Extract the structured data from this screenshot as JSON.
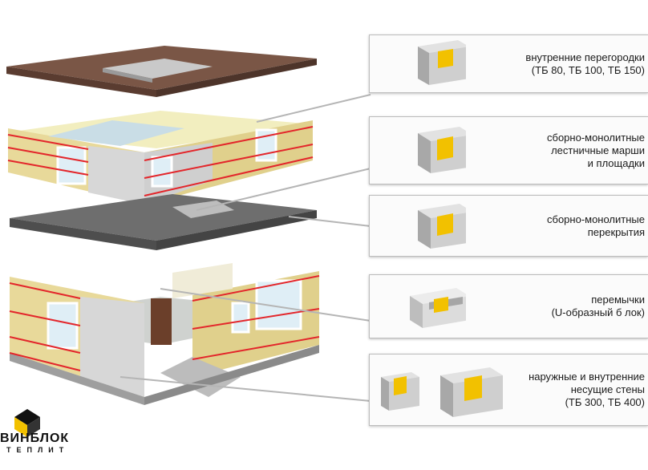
{
  "callouts": [
    {
      "lines": [
        "внутренние перегородки",
        "(ТБ 80, ТБ 100, ТБ 150)"
      ]
    },
    {
      "lines": [
        "сборно-монолитные",
        "лестничные марши",
        "и площадки"
      ]
    },
    {
      "lines": [
        "сборно-монолитные",
        "перекрытия"
      ]
    },
    {
      "lines": [
        "перемычки",
        "(U-образный б лок)"
      ]
    },
    {
      "lines": [
        "наружные и внутренние",
        "несущие стены",
        "(ТБ 300, ТБ 400)"
      ]
    }
  ],
  "logo": {
    "name": "ВИНБЛОК",
    "sub": "ТЕПЛИТ"
  },
  "colors": {
    "wall": "#e8d99a",
    "block": "#d7d7d7",
    "slab": "#6b4a3c",
    "accent_line": "#e3262b",
    "label_yellow": "#f2c100"
  }
}
